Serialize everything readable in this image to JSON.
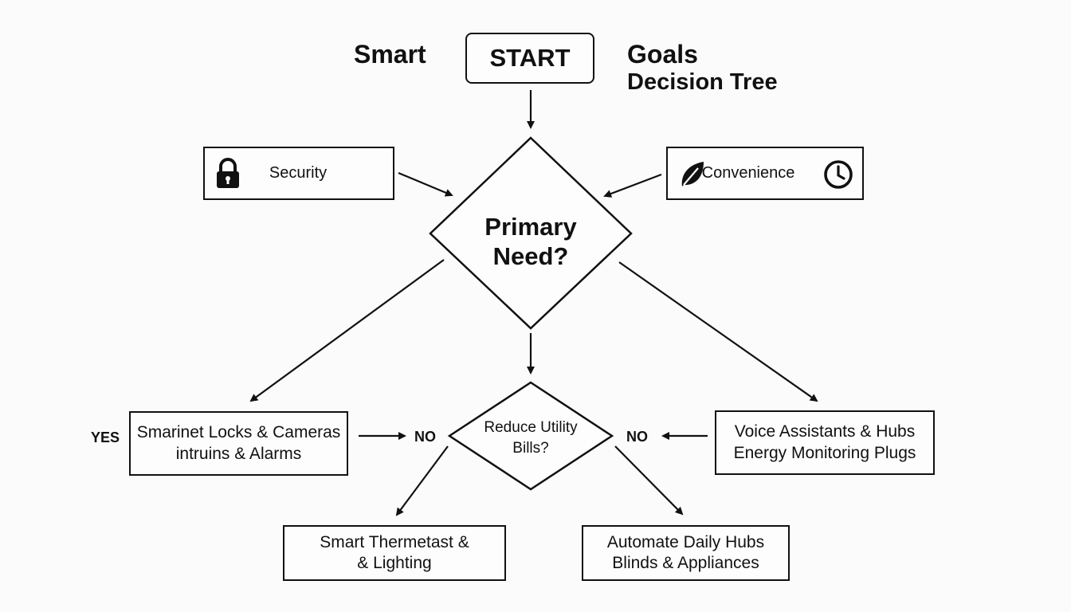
{
  "title": {
    "left": "Smart",
    "right_line1": "Goals",
    "right_line2": "Decision Tree"
  },
  "start": {
    "label": "START"
  },
  "inputs": {
    "security": {
      "label": "Security",
      "icon": "lock-icon"
    },
    "convenience": {
      "label": "Convenience",
      "icons": [
        "leaf-icon",
        "clock-icon"
      ]
    }
  },
  "decisions": {
    "primary": {
      "line1": "Primary",
      "line2": "Need?"
    },
    "utility": {
      "line1": "Reduce Utility",
      "line2": "Bills?"
    }
  },
  "outcomes": {
    "security_devices": {
      "line1": "Smarinet Locks & Cameras",
      "line2": "intruins & Alarms"
    },
    "voice_hubs": {
      "line1": "Voice Assistants & Hubs",
      "line2": "Energy Monitoring Plugs"
    },
    "thermostat": {
      "line1": "Smart Thermetast &",
      "line2": "& Lighting"
    },
    "automate": {
      "line1": "Automate Daily Hubs",
      "line2": "Blinds & Appliances"
    }
  },
  "labels": {
    "yes": "YES",
    "no_left": "NO",
    "no_right": "NO"
  }
}
